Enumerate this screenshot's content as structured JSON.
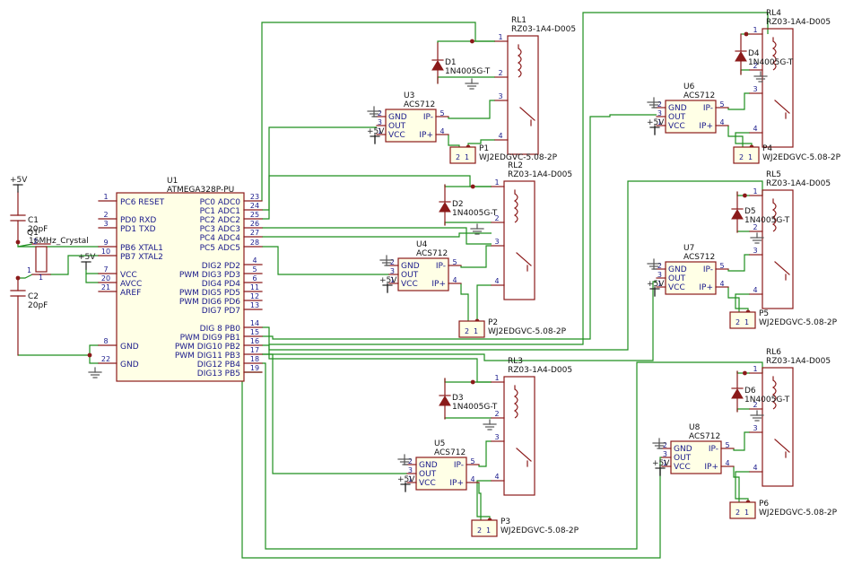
{
  "colors": {
    "wire": "#1f8f1f",
    "body": "#8b1a1a",
    "bodyFill": "#ffffe6",
    "pin": "#8b1a1a",
    "pinText": "#1a1a8b",
    "refText": "#111111",
    "diodeFill": "#8b1a1a"
  },
  "power": {
    "p5v": "+5V"
  },
  "mcu": {
    "ref": "U1",
    "part": "ATMEGA328P-PU",
    "left_pins": [
      {
        "num": "1",
        "name": "PC6 RESET"
      },
      {
        "num": "2",
        "name": "PD0 RXD"
      },
      {
        "num": "3",
        "name": "PD1 TXD"
      },
      {
        "num": "9",
        "name": "PB6 XTAL1"
      },
      {
        "num": "10",
        "name": "PB7 XTAL2"
      },
      {
        "num": "7",
        "name": "VCC"
      },
      {
        "num": "20",
        "name": "AVCC"
      },
      {
        "num": "21",
        "name": "AREF"
      },
      {
        "num": "8",
        "name": "GND"
      },
      {
        "num": "22",
        "name": "GND"
      }
    ],
    "right_pins": [
      {
        "num": "23",
        "name": "PC0 ADC0"
      },
      {
        "num": "24",
        "name": "PC1 ADC1"
      },
      {
        "num": "25",
        "name": "PC2 ADC2"
      },
      {
        "num": "26",
        "name": "PC3 ADC3"
      },
      {
        "num": "27",
        "name": "PC4 ADC4"
      },
      {
        "num": "28",
        "name": "PC5 ADC5"
      },
      {
        "num": "4",
        "name": "DIG2 PD2"
      },
      {
        "num": "5",
        "name": "PWM DIG3 PD3"
      },
      {
        "num": "6",
        "name": "DIG4 PD4"
      },
      {
        "num": "11",
        "name": "PWM DIG5 PD5"
      },
      {
        "num": "12",
        "name": "PWM DIG6 PD6"
      },
      {
        "num": "13",
        "name": "DIG7 PD7"
      },
      {
        "num": "14",
        "name": "DIG 8 PB0"
      },
      {
        "num": "15",
        "name": "PWM DIG9 PB1"
      },
      {
        "num": "16",
        "name": "PWM DIG10 PB2"
      },
      {
        "num": "17",
        "name": "PWM DIG11 PB3"
      },
      {
        "num": "18",
        "name": "DIG12 PB4"
      },
      {
        "num": "19",
        "name": "DIG13 PB5"
      }
    ]
  },
  "crystal": {
    "ref": "Q1",
    "value": "16MHz_Crystal"
  },
  "caps": [
    {
      "ref": "C1",
      "value": "20pF"
    },
    {
      "ref": "C2",
      "value": "20pF"
    }
  ],
  "channels": [
    {
      "relay": "RL1",
      "relay_part": "RZ03-1A4-D005",
      "diode": "D1",
      "diode_part": "1N4005G-T",
      "sensor": "U3",
      "sensor_part": "ACS712",
      "conn": "P1",
      "conn_part": "WJ2EDGVC-5.08-2P"
    },
    {
      "relay": "RL2",
      "relay_part": "RZ03-1A4-D005",
      "diode": "D2",
      "diode_part": "1N4005G-T",
      "sensor": "U4",
      "sensor_part": "ACS712",
      "conn": "P2",
      "conn_part": "WJ2EDGVC-5.08-2P"
    },
    {
      "relay": "RL3",
      "relay_part": "RZ03-1A4-D005",
      "diode": "D3",
      "diode_part": "1N4005G-T",
      "sensor": "U5",
      "sensor_part": "ACS712",
      "conn": "P3",
      "conn_part": "WJ2EDGVC-5.08-2P"
    },
    {
      "relay": "RL4",
      "relay_part": "RZ03-1A4-D005",
      "diode": "D4",
      "diode_part": "1N4005G-T",
      "sensor": "U6",
      "sensor_part": "ACS712",
      "conn": "P4",
      "conn_part": "WJ2EDGVC-5.08-2P"
    },
    {
      "relay": "RL5",
      "relay_part": "RZ03-1A4-D005",
      "diode": "D5",
      "diode_part": "1N4005G-T",
      "sensor": "U7",
      "sensor_part": "ACS712",
      "conn": "P5",
      "conn_part": "WJ2EDGVC-5.08-2P"
    },
    {
      "relay": "RL6",
      "relay_part": "RZ03-1A4-D005",
      "diode": "D6",
      "diode_part": "1N4005G-T",
      "sensor": "U8",
      "sensor_part": "ACS712",
      "conn": "P6",
      "conn_part": "WJ2EDGVC-5.08-2P"
    }
  ],
  "acs712_pins": {
    "left": [
      {
        "num": "2",
        "name": "GND"
      },
      {
        "num": "3",
        "name": "OUT"
      },
      {
        "num": "1",
        "name": "VCC"
      }
    ],
    "right": [
      {
        "num": "5",
        "name": "IP-"
      },
      {
        "num": "4",
        "name": "IP+"
      }
    ]
  },
  "relay_pins": [
    "1",
    "2",
    "3",
    "4"
  ],
  "conn_pins": [
    "2",
    "1"
  ]
}
